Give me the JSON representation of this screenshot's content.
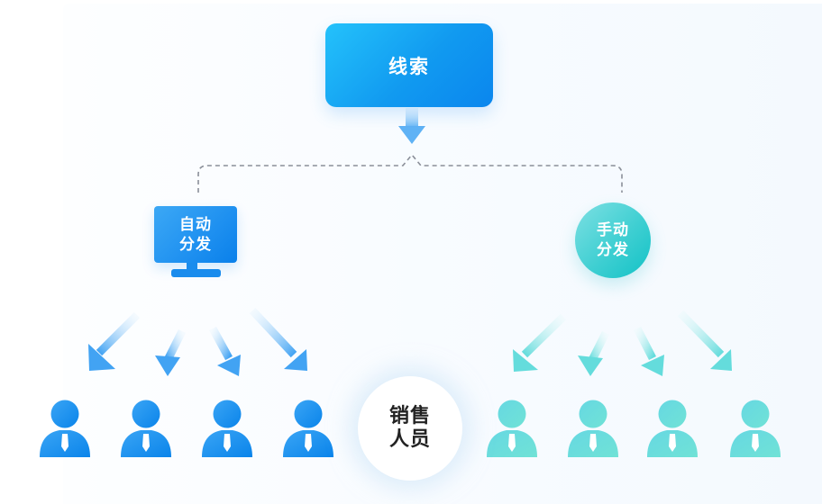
{
  "diagram": {
    "source_node": {
      "label": "线索",
      "color": "#119af0"
    },
    "auto_dispatch": {
      "line1": "自动",
      "line2": "分发",
      "icon": "monitor-icon",
      "color": "#1e90f0"
    },
    "manual_dispatch": {
      "line1": "手动",
      "line2": "分发",
      "icon": "circle-badge",
      "color": "#3fcfd2"
    },
    "sales_node": {
      "line1": "销售",
      "line2": "人员"
    },
    "auto_group": {
      "count": 4,
      "icon": "person-icon",
      "color": "#1e90f0"
    },
    "manual_group": {
      "count": 4,
      "icon": "person-icon",
      "color": "#5fdcdc"
    }
  }
}
